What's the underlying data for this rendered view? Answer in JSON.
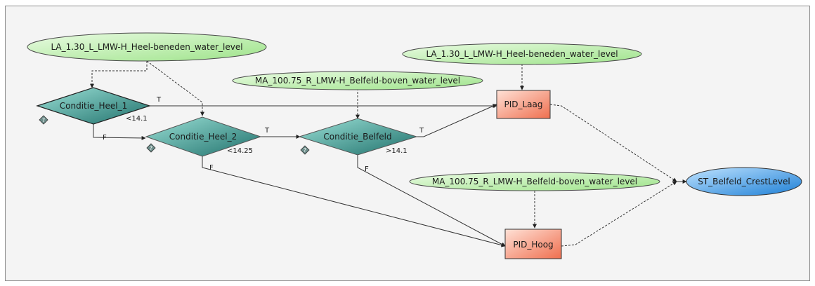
{
  "nodes": {
    "ts1": "LA_1.30_L_LMW-H_Heel-beneden_water_level",
    "ts2": "MA_100.75_R_LMW-H_Belfeld-boven_water_level",
    "ts3": "LA_1.30_L_LMW-H_Heel-beneden_water_level",
    "ts4": "MA_100.75_R_LMW-H_Belfeld-boven_water_level",
    "cond1": "Conditie_Heel_1",
    "cond2": "Conditie_Heel_2",
    "cond3": "Conditie_Belfeld",
    "pid_laag": "PID_Laag",
    "pid_hoog": "PID_Hoog",
    "output": "ST_Belfeld_CrestLevel"
  },
  "edges": {
    "c1_true": "T",
    "c1_false": "F",
    "c1_thresh": "<14.1",
    "c2_true": "T",
    "c2_false": "F",
    "c2_thresh": "<14.25",
    "c3_true": "T",
    "c3_false": "F",
    "c3_thresh": ">14.1"
  },
  "icons": {
    "help": "help-icon"
  },
  "colors": {
    "series_node_fill": "#b8f0a6",
    "condition_fill": "#2f8f8a",
    "pid_fill": "#f4876a",
    "output_fill": "#3d9be6"
  }
}
